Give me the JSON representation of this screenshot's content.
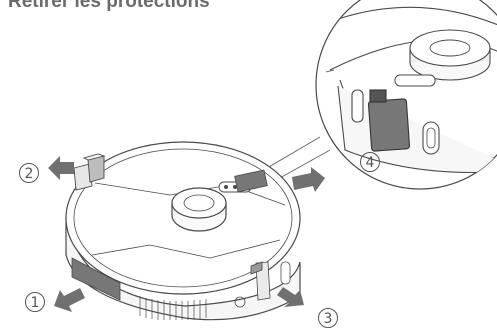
{
  "title": "Retirer les protections",
  "steps": [
    "2",
    "1",
    "3",
    "4"
  ],
  "colors": {
    "line": "#4a4a4a",
    "tape": "#777777",
    "arrow": "#707070",
    "accent": "#bdbdbd"
  }
}
